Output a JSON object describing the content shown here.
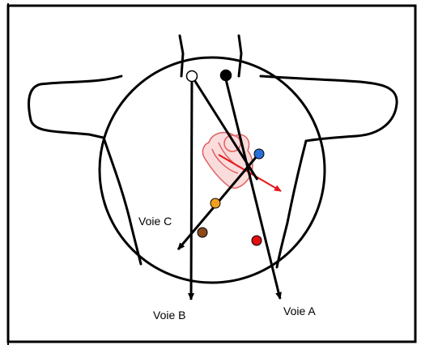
{
  "labels": {
    "lead_a": "Voie A",
    "lead_b": "Voie B",
    "lead_c": "Voie C"
  },
  "colors": {
    "outline": "#000000",
    "frame": "#000000",
    "heart": "#e06060",
    "heart_fill": "#f7c5c5",
    "vector": "#e8161b",
    "electrode_white": "#ffffff",
    "electrode_black": "#000000",
    "electrode_blue": "#2a6fd6",
    "electrode_orange": "#f0a020",
    "electrode_brown": "#8b4a1c",
    "electrode_red": "#e01010"
  },
  "electrodes": [
    {
      "name": "white-electrode",
      "color_key": "electrode_white"
    },
    {
      "name": "black-electrode",
      "color_key": "electrode_black"
    },
    {
      "name": "blue-electrode",
      "color_key": "electrode_blue"
    },
    {
      "name": "orange-electrode",
      "color_key": "electrode_orange"
    },
    {
      "name": "brown-electrode",
      "color_key": "electrode_brown"
    },
    {
      "name": "red-electrode",
      "color_key": "electrode_red"
    }
  ]
}
